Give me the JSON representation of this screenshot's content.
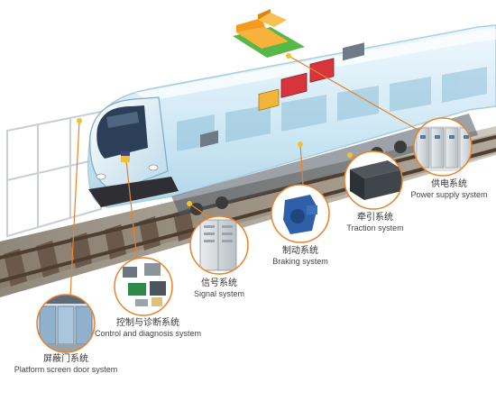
{
  "labels": {
    "power_supply": {
      "zh": "供电系统",
      "en": "Power supply system"
    },
    "traction": {
      "zh": "牵引系统",
      "en": "Traction system"
    },
    "braking": {
      "zh": "制动系统",
      "en": "Braking system"
    },
    "signal": {
      "zh": "信号系统",
      "en": "Signal system"
    },
    "control_diagnosis": {
      "zh": "控制与诊断系统",
      "en": "Control and diagnosis system"
    },
    "platform_screen_door": {
      "zh": "屏蔽门系统",
      "en": "Platform screen door system"
    }
  },
  "colors": {
    "callout_line": "#e8822a",
    "callout_dot": "#f2c12e",
    "train_body": "#d6eef8",
    "train_outline": "#9fc9dd",
    "rail": "#5a4636",
    "ballast": "#b8b0a2",
    "equipment_red": "#d8343c",
    "equipment_yellow": "#f0b53a",
    "station_roof": "#f59a1e",
    "station_base": "#57b84a"
  }
}
